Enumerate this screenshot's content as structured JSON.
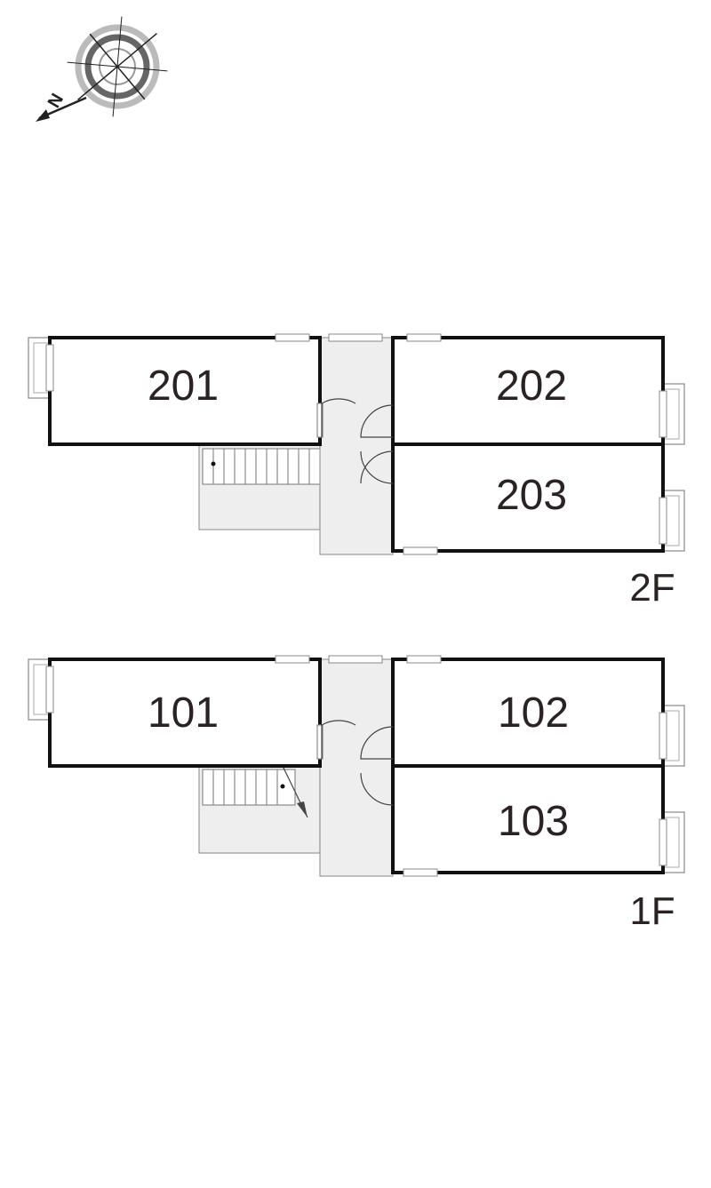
{
  "compass": {
    "north_label": "N"
  },
  "colors": {
    "wall": "#111111",
    "common_area": "#eeeeee",
    "thin_line": "#888888",
    "text": "#2a2323"
  },
  "floors": [
    {
      "label": "2F",
      "units": [
        {
          "number": "201"
        },
        {
          "number": "202"
        },
        {
          "number": "203"
        }
      ]
    },
    {
      "label": "1F",
      "units": [
        {
          "number": "101"
        },
        {
          "number": "102"
        },
        {
          "number": "103"
        }
      ]
    }
  ]
}
